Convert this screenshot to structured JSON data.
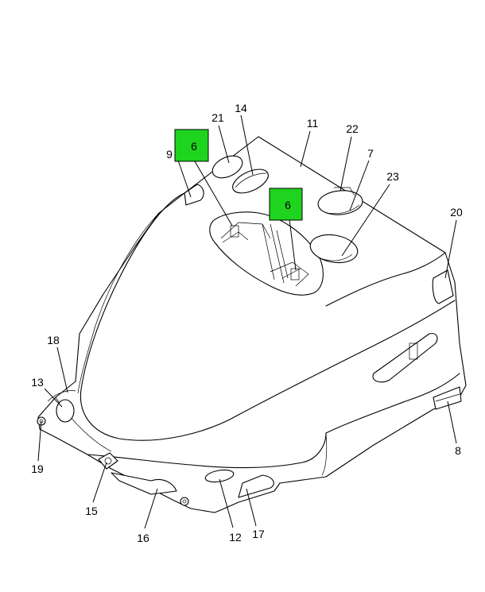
{
  "highlight_color": "#1ed41e",
  "callouts": {
    "c6a": "6",
    "c6b": "6",
    "c7": "7",
    "c8": "8",
    "c9": "9",
    "c11": "11",
    "c12": "12",
    "c13": "13",
    "c14": "14",
    "c15": "15",
    "c16": "16",
    "c17": "17",
    "c18": "18",
    "c19": "19",
    "c20": "20",
    "c21": "21",
    "c22": "22",
    "c23": "23"
  }
}
